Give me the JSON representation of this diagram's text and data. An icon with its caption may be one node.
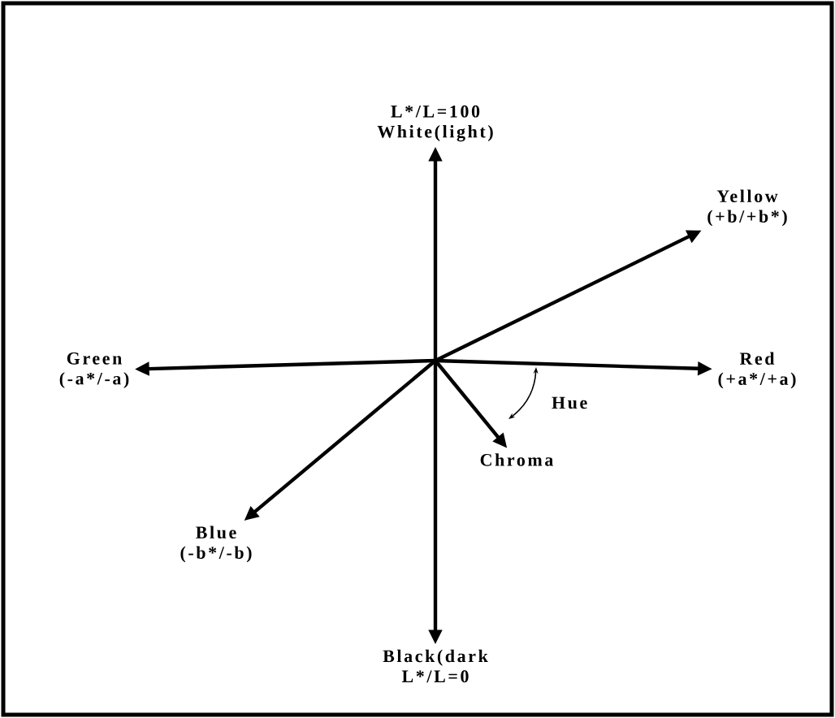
{
  "diagram": {
    "nodes": [
      {
        "text": [
          "L*/L=100",
          "White(light)"
        ]
      },
      {
        "text": [
          "Yellow",
          "(+b/+b*)"
        ]
      },
      {
        "text": [
          "Green",
          "(-a*/-a)"
        ]
      },
      {
        "text": [
          "Red",
          "(+a*/+a)"
        ]
      },
      {
        "text": [
          "Chroma"
        ]
      },
      {
        "text": [
          "Blue",
          "(-b*/-b)"
        ]
      },
      {
        "text": [
          "Black(dark",
          "L*/L=0"
        ]
      }
    ],
    "edges": [
      {
        "from": null,
        "to": 0,
        "arrow": "to"
      },
      {
        "from": null,
        "to": 1,
        "arrow": "to"
      },
      {
        "from": null,
        "to": 2,
        "arrow": "to"
      },
      {
        "from": null,
        "to": 3,
        "arrow": "to"
      },
      {
        "from": null,
        "to": 4,
        "arrow": "to"
      },
      {
        "from": null,
        "to": 5,
        "arrow": "to"
      },
      {
        "from": null,
        "to": 6,
        "arrow": "to"
      }
    ],
    "labels": [
      "Hue"
    ]
  }
}
